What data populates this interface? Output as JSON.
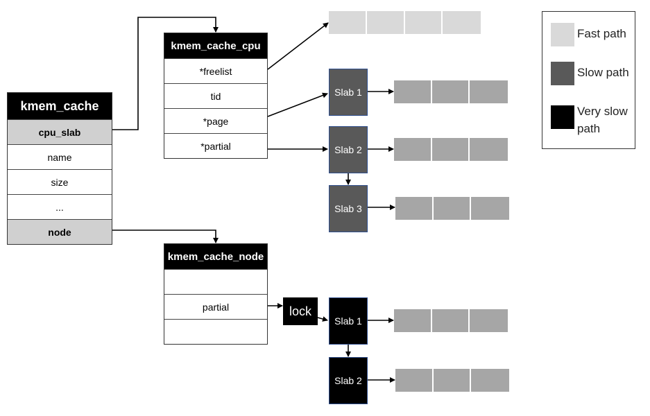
{
  "kmem_cache": {
    "title": "kmem_cache",
    "fields": [
      "cpu_slab",
      "name",
      "size",
      "...",
      "node"
    ]
  },
  "kmem_cache_cpu": {
    "title": "kmem_cache_cpu",
    "fields": [
      "*freelist",
      "tid",
      "*page",
      "*partial"
    ]
  },
  "kmem_cache_node": {
    "title": "kmem_cache_node",
    "fields": [
      "",
      "partial",
      ""
    ]
  },
  "slabs": {
    "cpu": [
      "Slab 1",
      "Slab 2",
      "Slab 3"
    ],
    "node": [
      "Slab 1",
      "Slab 2"
    ]
  },
  "lock_label": "lock",
  "legend": {
    "fast": "Fast path",
    "slow": "Slow path",
    "very_slow_line1": "Very slow",
    "very_slow_line2": "path"
  },
  "colors": {
    "fast": "#d9d9d9",
    "slow": "#595959",
    "very_slow": "#000000",
    "object": "#a6a6a6"
  }
}
